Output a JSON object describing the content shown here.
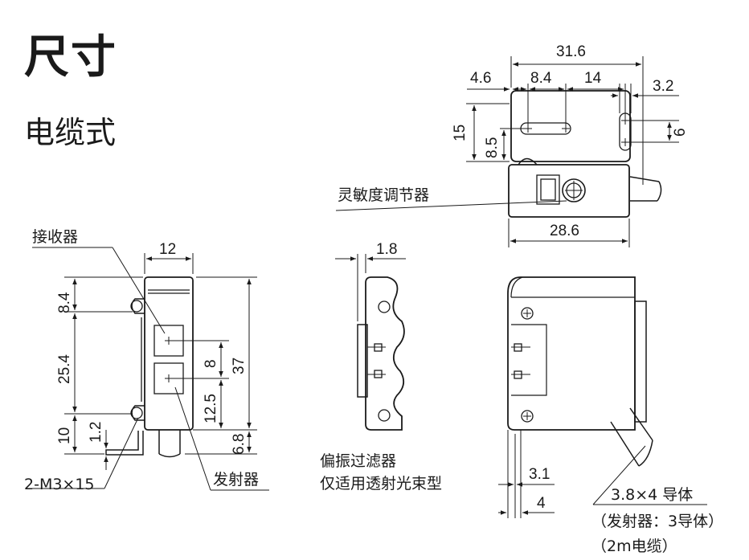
{
  "title": "尺寸",
  "subtitle": "电缆式",
  "labels": {
    "sensitivity": "灵敏度调节器",
    "receiver": "接收器",
    "emitter": "发射器",
    "mount_screw": "2-M3×15",
    "polarizer_line1": "偏振过滤器",
    "polarizer_line2": "仅适用透射光束型",
    "cable_line1": "3.8×4  导体",
    "cable_line2": "（发射器：3导体）",
    "cable_line3": "（2m电缆）"
  },
  "dims": {
    "d31_6": "31.6",
    "d4_6": "4.6",
    "d8_4_top": "8.4",
    "d14": "14",
    "d3_2": "3.2",
    "d15": "15",
    "d8_5": "8.5",
    "d6": "6",
    "d28_6": "28.6",
    "d12": "12",
    "d8_4_side": "8.4",
    "d25_4": "25.4",
    "d10": "10",
    "d1_2": "1.2",
    "d8": "8",
    "d12_5": "12.5",
    "d37": "37",
    "d6_8": "6.8",
    "d1_8": "1.8",
    "d3_1": "3.1",
    "d4": "4"
  }
}
